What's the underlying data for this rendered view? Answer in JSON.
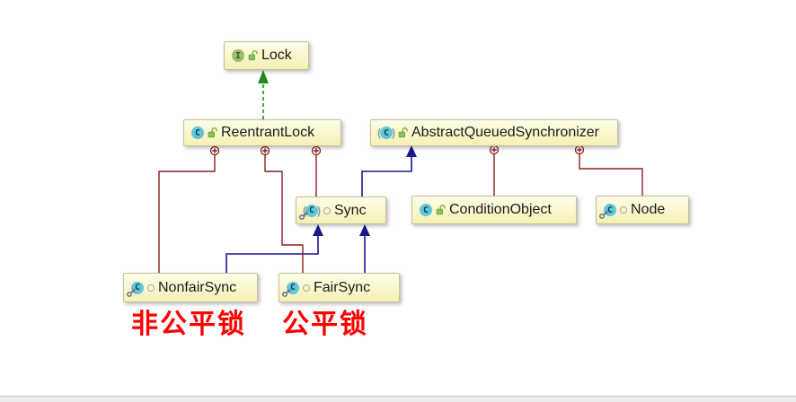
{
  "icons": {
    "interface_glyph": "I",
    "class_glyph": "C",
    "paren_open": "(",
    "paren_close": ")"
  },
  "colors": {
    "box_fill_top": "#FEFDE8",
    "box_fill_bottom": "#F5F0B4",
    "box_border": "#C6C09A",
    "aggregation_edge": "#8B1F1F",
    "inheritance_edge": "#18188C",
    "implements_edge": "#1F8C1F",
    "annotation_text": "#FF0000",
    "class_icon": "#62C6DA",
    "interface_icon": "#9CBE6E",
    "lock_icon": "#7DB344",
    "key_icon": "#5F6B7A",
    "label_text": "#1C1C1C"
  },
  "classes": {
    "lock": {
      "label": "Lock",
      "kind": "interface",
      "visibility": "public"
    },
    "reentrant_lock": {
      "label": "ReentrantLock",
      "kind": "class",
      "visibility": "public"
    },
    "aqs": {
      "label": "AbstractQueuedSynchronizer",
      "kind": "abstract-class",
      "visibility": "public"
    },
    "sync": {
      "label": "Sync",
      "kind": "abstract-static-class",
      "visibility": "package-private"
    },
    "condition_object": {
      "label": "ConditionObject",
      "kind": "class",
      "visibility": "public"
    },
    "node": {
      "label": "Node",
      "kind": "static-class",
      "visibility": "package-private"
    },
    "nonfair_sync": {
      "label": "NonfairSync",
      "kind": "static-class",
      "visibility": "package-private"
    },
    "fair_sync": {
      "label": "FairSync",
      "kind": "static-class",
      "visibility": "package-private"
    }
  },
  "annotations": {
    "nonfair": "非公平锁",
    "fair": "公平锁"
  }
}
